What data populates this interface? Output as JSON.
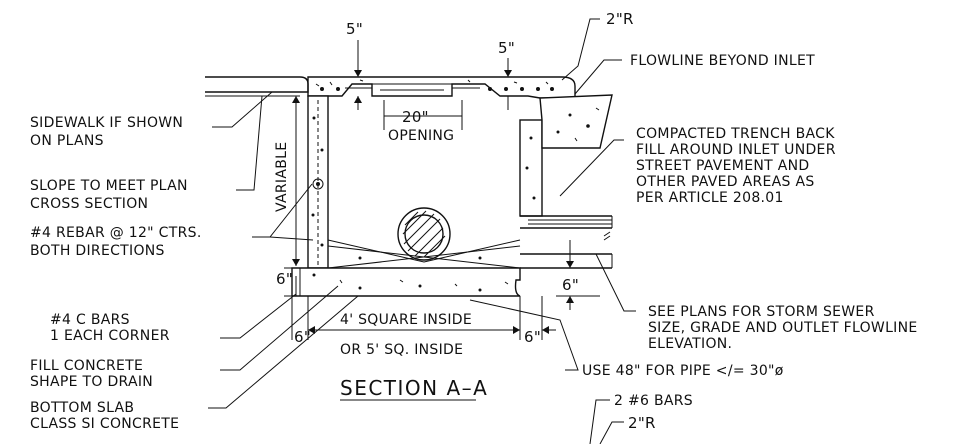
{
  "title": "SECTION A–A",
  "dimensions": {
    "top_slab_thickness": "5\"",
    "lid_thickness": "5\"",
    "top_radius": "2\"R",
    "opening_width": "20\"",
    "opening_label": "OPENING",
    "wall_height": "VARIABLE",
    "bottom_slab_left": "6\"",
    "bottom_slab_right": "6\"",
    "wall_left": "6\"",
    "wall_right": "6\"",
    "inside_size": "4' SQUARE INSIDE",
    "inside_alt": "OR 5' SQ. INSIDE"
  },
  "callouts": {
    "flowline": "FLOWLINE BEYOND INLET",
    "sidewalk": [
      "SIDEWALK IF SHOWN",
      "ON PLANS"
    ],
    "slope": [
      "SLOPE TO MEET PLAN",
      "CROSS SECTION"
    ],
    "rebar": [
      "#4 REBAR @ 12\" CTRS.",
      "BOTH DIRECTIONS"
    ],
    "c_bars": [
      "#4 C BARS",
      "1 EACH CORNER"
    ],
    "fill_concrete": [
      "FILL CONCRETE",
      "SHAPE TO DRAIN"
    ],
    "bottom_slab": [
      "BOTTOM SLAB",
      "CLASS SI CONCRETE"
    ],
    "backfill": [
      "COMPACTED TRENCH BACK",
      "FILL AROUND INLET UNDER",
      "STREET PAVEMENT AND",
      "OTHER PAVED AREAS AS",
      "PER ARTICLE 208.01"
    ],
    "storm_sewer": [
      "SEE PLANS FOR STORM SEWER",
      "SIZE, GRADE AND OUTLET FLOWLINE",
      "ELEVATION."
    ],
    "pipe_note": "USE 48\" FOR PIPE </= 30\"ø",
    "bars_note": "2  #6 BARS",
    "bars_radius": "2\"R"
  }
}
